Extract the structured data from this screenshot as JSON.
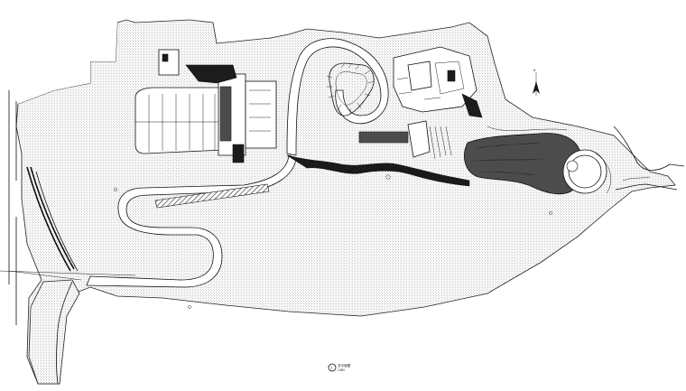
{
  "drawing": {
    "title_label": "总平面图",
    "title_number": "1",
    "scale_label": "1:500",
    "north_label": "N"
  }
}
